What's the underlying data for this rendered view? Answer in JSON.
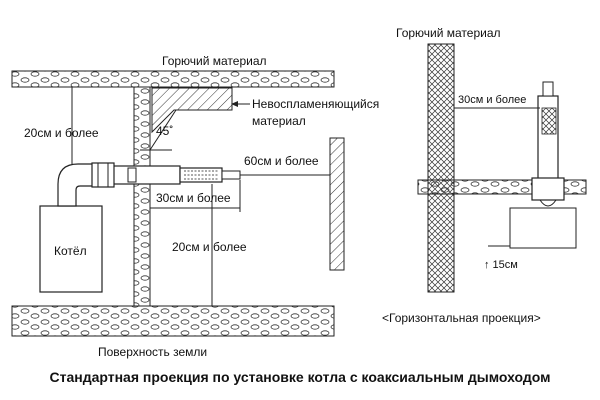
{
  "labels": {
    "combustible_left": "Горючий материал",
    "combustible_right": "Горючий материал",
    "nonflammable_line1": "Невоспламеняющийся",
    "nonflammable_line2": "материал",
    "angle": "45˚",
    "dim_20_upper": "20см и более",
    "dim_60": "60см и более",
    "dim_30_left": "30см и более",
    "dim_20_lower": "20см и более",
    "boiler": "Котёл",
    "ground": "Поверхность земли",
    "dim_30_right": "30см и более",
    "dim_15": "↑ 15см",
    "horizontal_projection": "<Горизонтальная проекция>"
  },
  "caption": "Стандартная проекция по установке котла с коаксиальным дымоходом",
  "colors": {
    "line": "#222222",
    "background": "#ffffff",
    "vent_mesh": "#555555"
  }
}
